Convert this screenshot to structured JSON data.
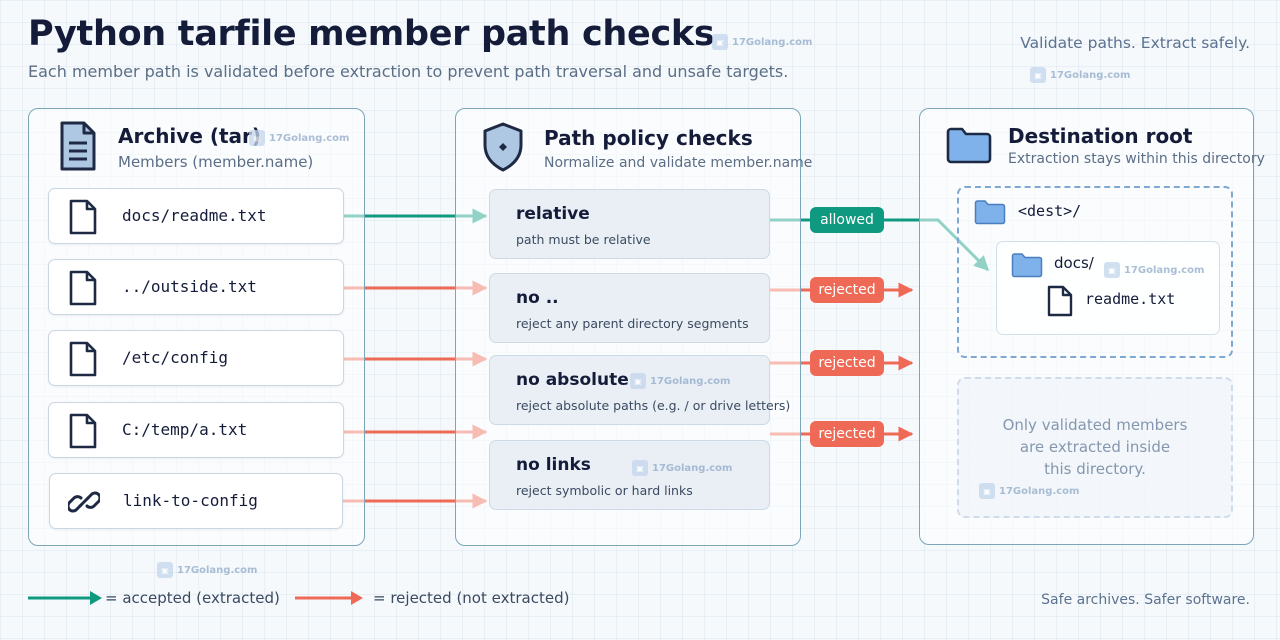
{
  "header": {
    "title": "Python tarfile member path checks",
    "subtitle": "Each member path is validated before extraction to prevent path traversal and unsafe targets.",
    "tagline": "Validate paths. Extract safely."
  },
  "archive": {
    "title": "Archive (tar)",
    "subtitle": "Members (member.name)",
    "members": [
      {
        "name": "docs/readme.txt",
        "icon": "file-icon"
      },
      {
        "name": "../outside.txt",
        "icon": "file-icon"
      },
      {
        "name": "/etc/config",
        "icon": "file-icon"
      },
      {
        "name": "C:/temp/a.txt",
        "icon": "file-icon"
      },
      {
        "name": "link-to-config",
        "icon": "link-icon"
      }
    ]
  },
  "policy": {
    "title": "Path policy checks",
    "subtitle": "Normalize and validate member.name",
    "checks": [
      {
        "title": "relative",
        "desc": "path must be relative"
      },
      {
        "title": "no ..",
        "desc": "reject any parent directory segments"
      },
      {
        "title": "no absolute",
        "desc": "reject absolute paths (e.g. / or drive letters)"
      },
      {
        "title": "no links",
        "desc": "reject symbolic or hard links"
      }
    ]
  },
  "badges": {
    "allowed": "allowed",
    "rejected": "rejected"
  },
  "destination": {
    "title": "Destination root",
    "subtitle": "Extraction stays within this directory",
    "root": "<dest>/",
    "folder": "docs/",
    "file": "readme.txt",
    "note_lines": [
      "Only validated members",
      "are extracted inside",
      "this directory."
    ]
  },
  "legend": {
    "accepted": "= accepted (extracted)",
    "rejected": "= rejected (not extracted)"
  },
  "footer": "Safe archives. Safer software.",
  "watermark": "17Golang.com",
  "colors": {
    "accepted": "#0f9980",
    "rejected": "#ee6a57",
    "panel_border": "#7aa6b8",
    "folder": "#7fb2ea",
    "title": "#141c3a"
  }
}
